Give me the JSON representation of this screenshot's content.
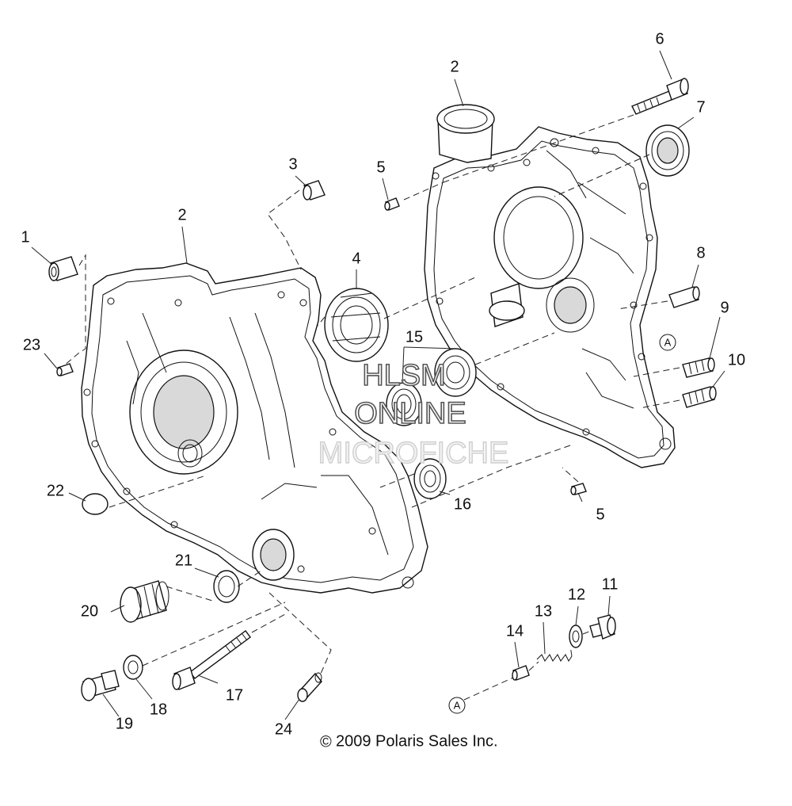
{
  "callouts": [
    "1",
    "2",
    "2",
    "3",
    "4",
    "5",
    "5",
    "6",
    "7",
    "8",
    "9",
    "10",
    "11",
    "12",
    "13",
    "14",
    "15",
    "16",
    "17",
    "18",
    "19",
    "20",
    "21",
    "22",
    "23",
    "24"
  ],
  "reference_marker": "A",
  "watermark": {
    "line1": "HLSM",
    "line2": "ONLINE",
    "line3": "MICROFICHE"
  },
  "copyright": {
    "symbol": "©",
    "text": "2009 Polaris Sales Inc."
  }
}
